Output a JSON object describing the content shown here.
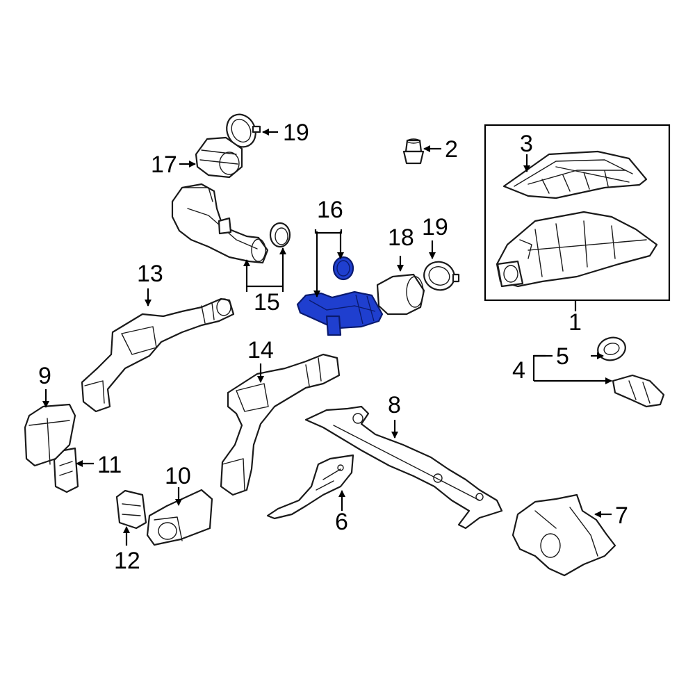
{
  "highlight_color": "#1f3fcf",
  "callouts": {
    "c1": "1",
    "c2": "2",
    "c3": "3",
    "c4": "4",
    "c5": "5",
    "c6": "6",
    "c7": "7",
    "c8": "8",
    "c9": "9",
    "c10": "10",
    "c11": "11",
    "c12": "12",
    "c13": "13",
    "c14": "14",
    "c15": "15",
    "c16": "16",
    "c17": "17",
    "c18": "18",
    "c19a": "19",
    "c19b": "19"
  },
  "highlighted_part": "16"
}
